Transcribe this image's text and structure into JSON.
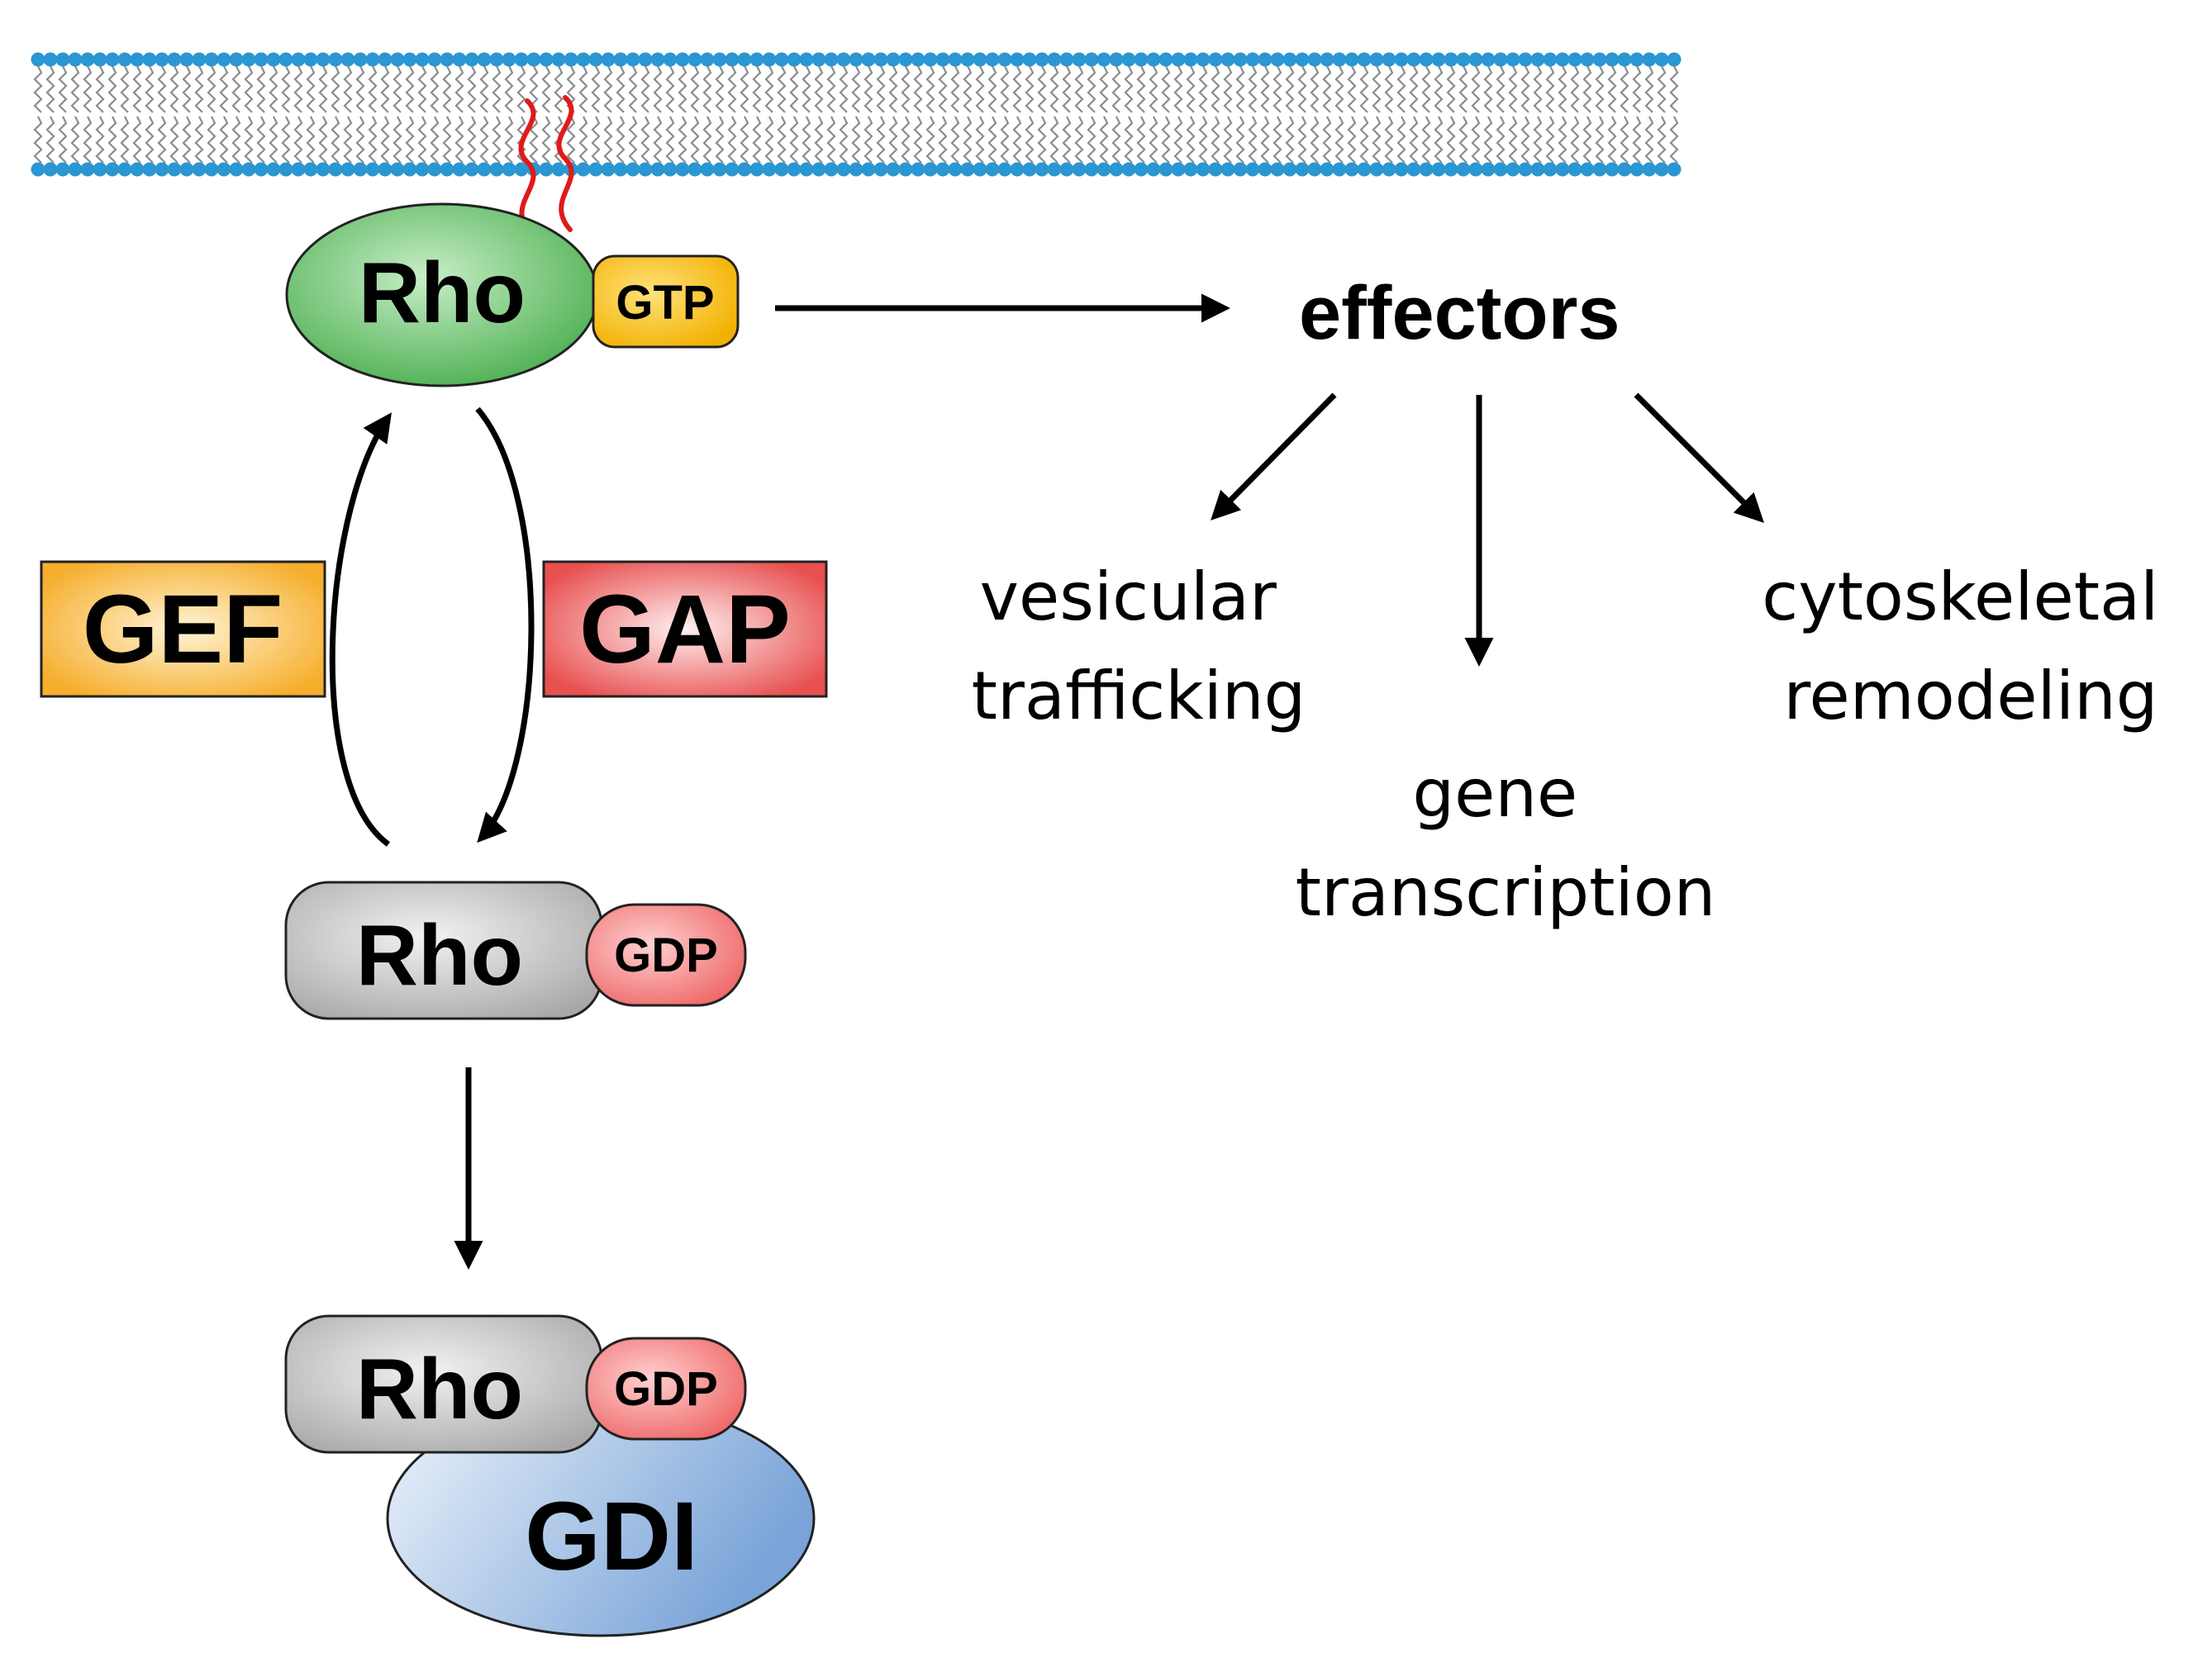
{
  "rho_gtp": {
    "protein": "Rho",
    "nucleotide": "GTP"
  },
  "rho_gdp": {
    "protein": "Rho",
    "nucleotide": "GDP"
  },
  "rho_gdp_gdi": {
    "protein": "Rho",
    "nucleotide": "GDP",
    "inhibitor": "GDI"
  },
  "regulators": {
    "gef": "GEF",
    "gap": "GAP"
  },
  "effectors": {
    "label": "effectors",
    "outputs": [
      {
        "line1": "vesicular",
        "line2": "trafficking"
      },
      {
        "line1": "gene",
        "line2": "transcription"
      },
      {
        "line1": "cytoskeletal",
        "line2": "remodeling"
      }
    ]
  },
  "colors": {
    "membrane_head": "#2a96d2",
    "membrane_tail": "#8c8c8c",
    "lipid_anchor": "#e01a1a",
    "rho_active": "#5cb85c",
    "gtp": "#f5b800",
    "rho_inactive": "#bcbcbc",
    "gdp": "#f07070",
    "gef": "#f7b733",
    "gap": "#ec5a5a",
    "gdi": "#7fa9dc"
  }
}
